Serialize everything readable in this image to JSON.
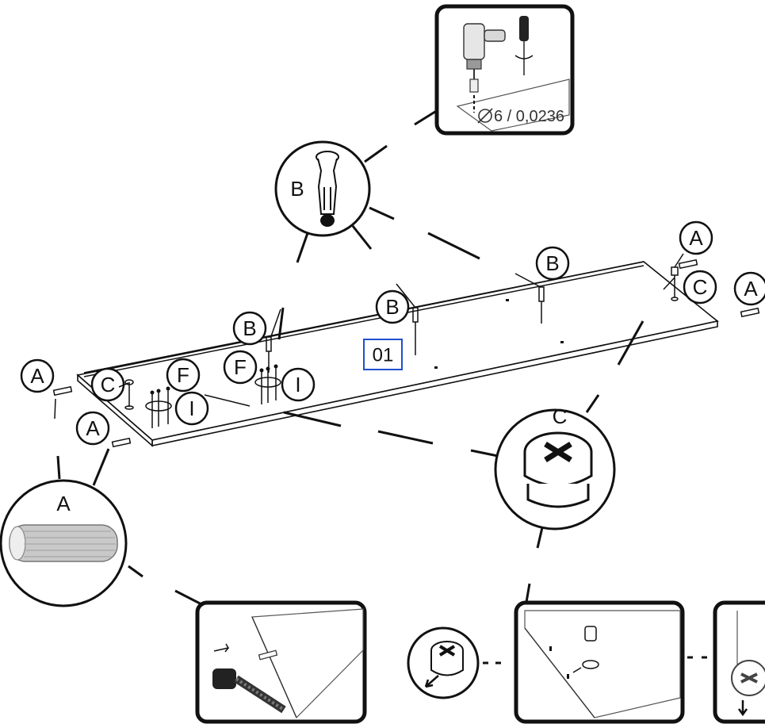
{
  "step_number": "01",
  "colors": {
    "step_box": "#1f4fd1",
    "ink": "#111111"
  },
  "labels": {
    "dowel": "A",
    "cam_bolt": "B",
    "cam_lock": "C",
    "part_f": "F",
    "part_i": "I"
  },
  "drill_detail": {
    "measurement": "6 / 0,0236",
    "icons": [
      "drill-icon",
      "screwdriver-icon"
    ]
  },
  "zoom_callouts": {
    "dowel_circle_label": "A",
    "cam_bolt_circle_label": "B",
    "cam_lock_circle_label": "C"
  }
}
